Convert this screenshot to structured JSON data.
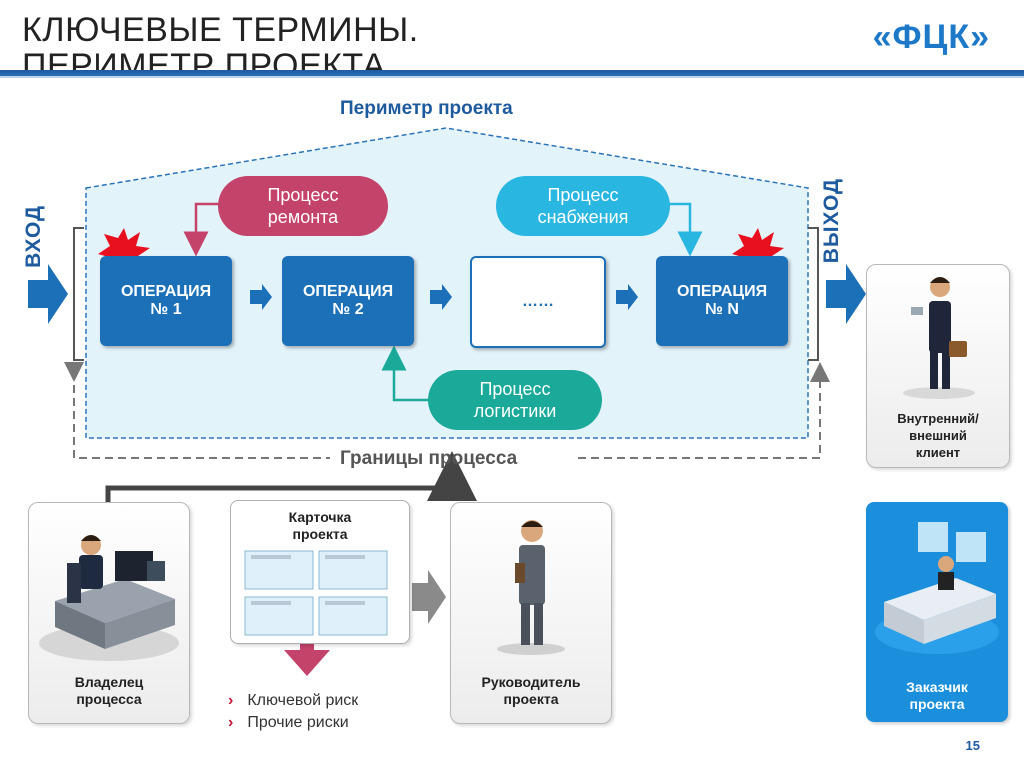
{
  "header": {
    "title_line1": "КЛЮЧЕВЫЕ ТЕРМИНЫ.",
    "title_line2": "ПЕРИМЕТР ПРОЕКТА",
    "logo_text": "«ФЦК»"
  },
  "perimeter": {
    "label": "Периметр проекта",
    "input_label": "ВХОД",
    "output_label": "ВЫХОД",
    "boundary_label": "Границы процесса"
  },
  "operations": [
    {
      "line1": "ОПЕРАЦИЯ",
      "line2": "№ 1"
    },
    {
      "line1": "ОПЕРАЦИЯ",
      "line2": "№ 2"
    },
    {
      "line1": "……",
      "line2": ""
    },
    {
      "line1": "ОПЕРАЦИЯ",
      "line2": "№ N"
    }
  ],
  "processes": {
    "repair": {
      "line1": "Процесс",
      "line2": "ремонта"
    },
    "supply": {
      "line1": "Процесс",
      "line2": "снабжения"
    },
    "logistics": {
      "line1": "Процесс",
      "line2": "логистики"
    }
  },
  "cards": {
    "owner": {
      "line1": "Владелец",
      "line2": "процесса"
    },
    "project_card": {
      "line1": "Карточка",
      "line2": "проекта"
    },
    "manager": {
      "line1": "Руководитель",
      "line2": "проекта"
    },
    "client": {
      "line1": "Внутренний/",
      "line2": "внешний",
      "line3": "клиент"
    },
    "customer": {
      "line1": "Заказчик",
      "line2": "проекта"
    }
  },
  "risks": [
    "Ключевой риск",
    "Прочие риски"
  ],
  "page_number": "15",
  "colors": {
    "primary_blue": "#1b70b8",
    "repair_process": "#c4436a",
    "supply_process": "#29b6e0",
    "logistics_process": "#1ba99a",
    "accent_red": "#c8183c"
  }
}
